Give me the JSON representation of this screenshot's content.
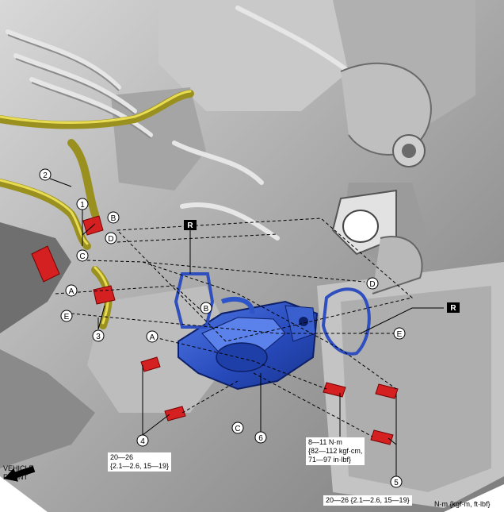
{
  "callouts": {
    "part_1": "1",
    "part_2": "2",
    "part_3": "3",
    "part_4": "4",
    "part_5": "5",
    "part_6": "6",
    "ref_a": "A",
    "ref_b": "B",
    "ref_c": "C",
    "ref_d": "D",
    "ref_e": "E",
    "replace_mark": "R"
  },
  "torque_labels": {
    "bolt_4": {
      "line1": "20—26",
      "line2": "{2.1—2.6, 15—19}"
    },
    "bolt_6": {
      "line1": "8—11 N·m",
      "line2": "{82—112 kgf·cm,",
      "line3": "71—97 in·lbf}"
    },
    "bolt_5": {
      "line1": "20—26 {2.1—2.6, 15—19}"
    }
  },
  "vehicle_front": {
    "line1": "VEHICLE",
    "line2": "FRONT"
  },
  "units_note": "N·m {kgf·m, ft·lbf}",
  "colors": {
    "engine_gray": "#b5b5b5",
    "egr_blue": "#2e55c8",
    "gasket_blue": "#3a5fcf",
    "harness_yellow": "#9a9020",
    "connector_red": "#d42020"
  }
}
